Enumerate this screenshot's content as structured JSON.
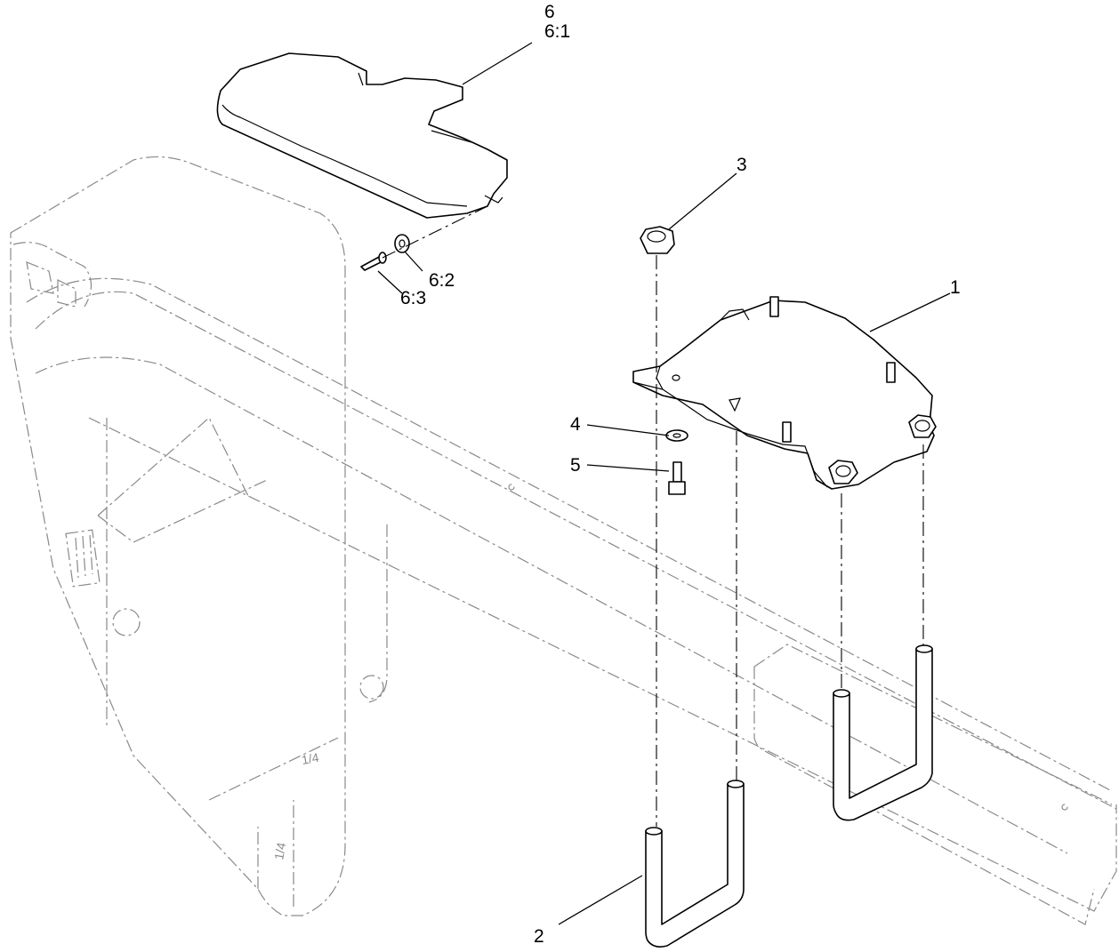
{
  "callouts": {
    "c1": "1",
    "c2": "2",
    "c3": "3",
    "c4": "4",
    "c5": "5",
    "c6": "6",
    "c6_1": "6:1",
    "c6_2": "6:2",
    "c6_3": "6:3"
  },
  "decal_marks": {
    "m1": "1/4",
    "m2": "1/4"
  },
  "colors": {
    "ink": "#000000",
    "ghost": "#8a8a8a",
    "background": "#ffffff"
  }
}
